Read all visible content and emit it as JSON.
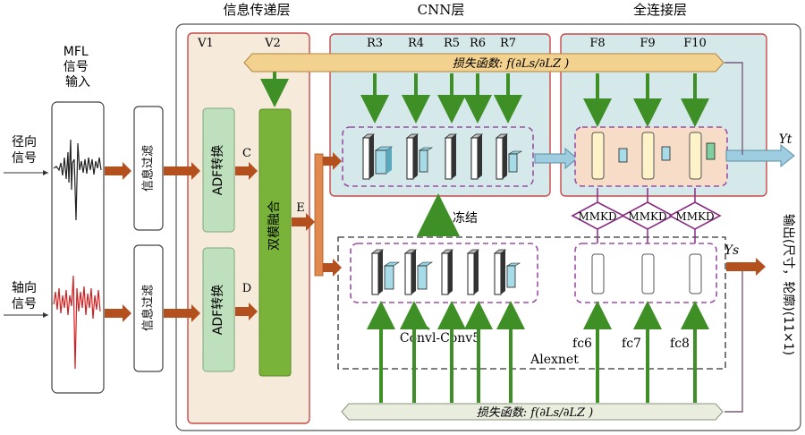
{
  "labels": {
    "section_info": "信息传递层",
    "section_cnn": "CNN层",
    "section_fc": "全连接层",
    "input_title": "MFL\n信号\n输入",
    "radial": "径向\n信号",
    "axial": "轴向\n信号",
    "filter": "信息过滤",
    "v1": "V1",
    "v2": "V2",
    "adf": "ADF转换",
    "c": "C",
    "d": "D",
    "e": "E",
    "fusion": "双模融合",
    "r_layers": [
      "R3",
      "R4",
      "R5",
      "R6",
      "R7"
    ],
    "f_layers": [
      "F8",
      "F9",
      "F10"
    ],
    "loss_top": "损失函数: f(∂Ls/∂LZ )",
    "loss_bottom": "损失函数: f(∂Ls/∂LZ )",
    "freeze": "冻结",
    "mmkd": [
      "MMKD",
      "MMKD",
      "MMKD"
    ],
    "yt": "Yt",
    "ys": "Ys",
    "conv": "Convl-Conv5",
    "alexnet": "Alexnet",
    "fc": [
      "fc6",
      "fc7",
      "fc8"
    ],
    "output": "输出(尺寸，轮廓)(11×1)"
  },
  "colors": {
    "arrow_orange": "#b4501e",
    "arrow_green": "#3e8f25",
    "fusion_green": "#7ab33a",
    "adf_green": "#bfe0bd",
    "cnn_bg": "#d5e8ea",
    "info_bg": "#f6eadb",
    "loss_bar": "#f3d18e",
    "loss_bar_bottom": "#e8eddd",
    "dashed_purple": "#9b4fa4",
    "mmkd_purple": "#8a2b82",
    "signal_black": "#222222",
    "signal_red": "#d42020"
  }
}
